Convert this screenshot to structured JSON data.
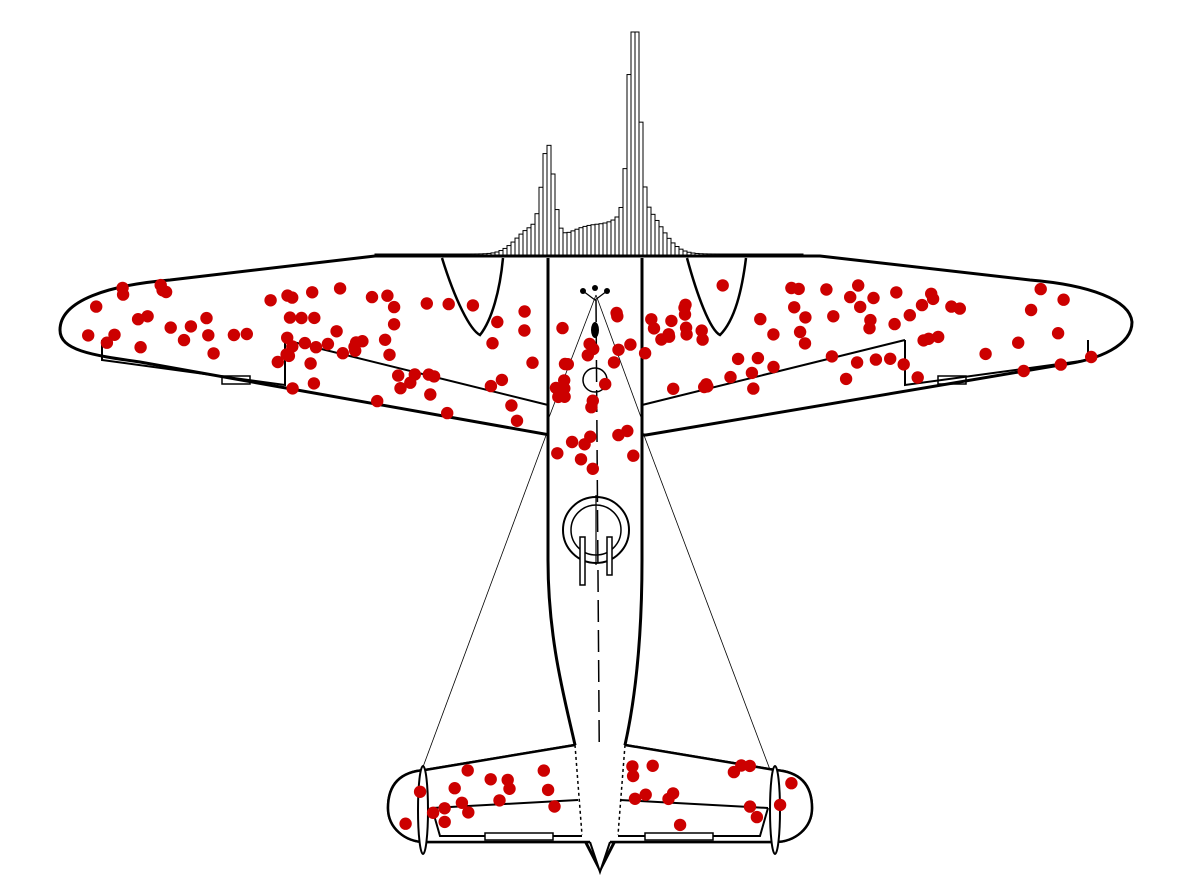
{
  "figure": {
    "subject": "aircraft-top-view-bullet-hole-diagram",
    "colors": {
      "outline": "#000000",
      "fill": "#ffffff",
      "hit_marker": "#cc0000",
      "histogram_stroke": "#000000"
    },
    "icons": [
      "airplane-icon",
      "bullet-hole-icon",
      "histogram-icon"
    ]
  },
  "histogram": {
    "peaks": [
      {
        "name": "left-peak",
        "relative_height": 0.4
      },
      {
        "name": "center-peak",
        "relative_height": 1.0
      }
    ]
  },
  "hit_markers": {
    "left_wing_count": 72,
    "right_wing_count": 68,
    "fuselage_count": 28,
    "left_tail_count": 16,
    "right_tail_count": 15
  }
}
